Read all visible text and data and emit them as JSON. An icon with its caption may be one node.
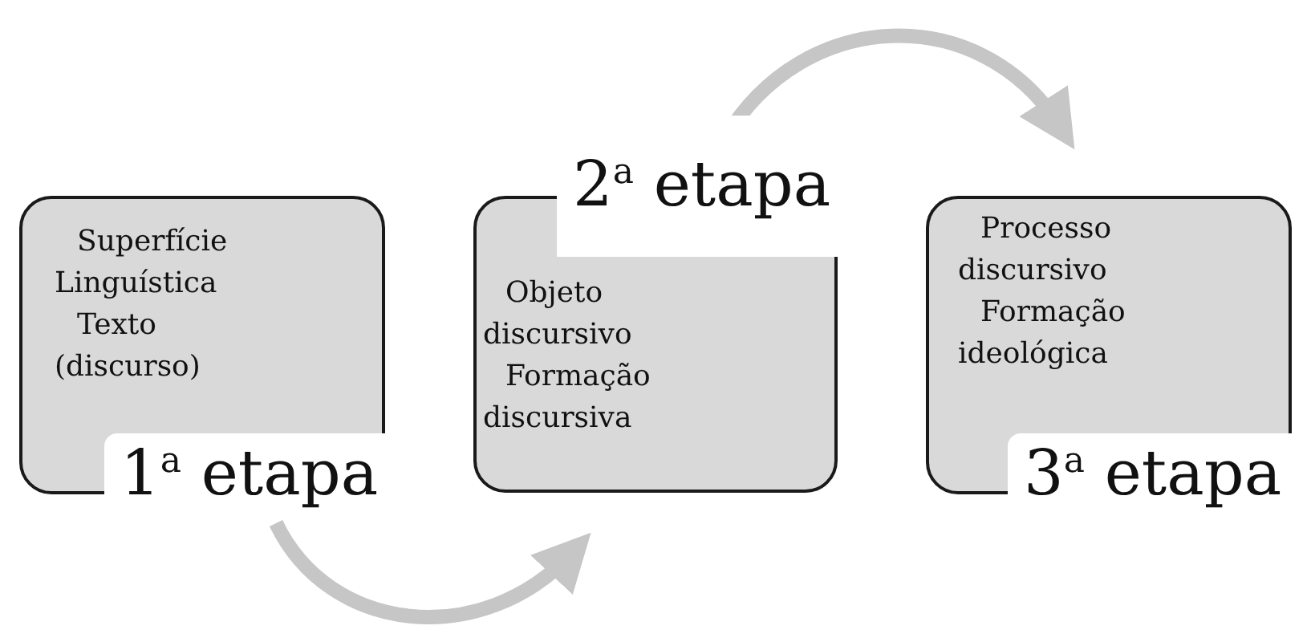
{
  "diagram": {
    "nodes": [
      {
        "text": [
          "Superfície Linguística",
          "Texto (discurso)",
          "1$^{a}$ etapa"
        ]
      },
      {
        "text": [
          "2$^{a}$ etapa",
          "Objeto discursivo",
          "Formação discursiva"
        ]
      },
      {
        "text": [
          "Processo discursivo",
          "Formação ideológica",
          "3$^{a}$ etapa"
        ]
      }
    ],
    "edges": [
      {
        "from": 0,
        "to": 1,
        "arrow": "to"
      },
      {
        "from": 1,
        "to": 2,
        "arrow": "to"
      }
    ]
  }
}
